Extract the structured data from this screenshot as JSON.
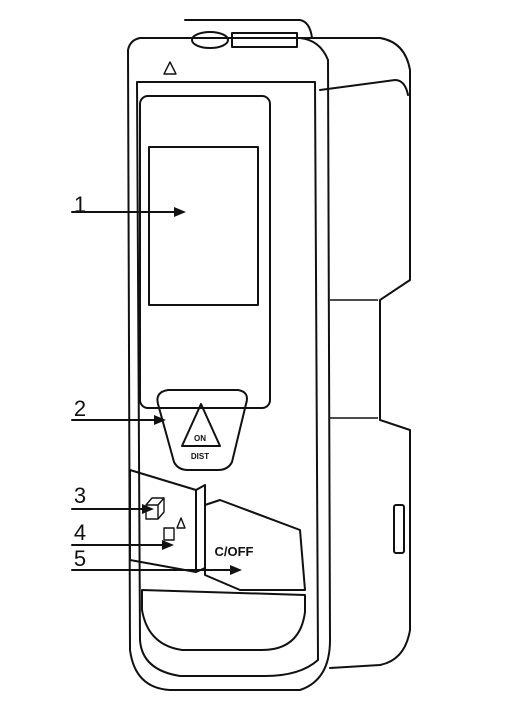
{
  "callouts": [
    {
      "number": "1",
      "target": "display-screen"
    },
    {
      "number": "2",
      "target": "measure-button"
    },
    {
      "number": "3",
      "target": "area-button"
    },
    {
      "number": "4",
      "target": "reference-button"
    },
    {
      "number": "5",
      "target": "clear-off-button"
    }
  ],
  "buttons": {
    "measure_on": "ON",
    "measure_dist": "DIST",
    "clear_off": "C/OFF"
  },
  "colors": {
    "line": "#111111",
    "background": "#ffffff"
  }
}
